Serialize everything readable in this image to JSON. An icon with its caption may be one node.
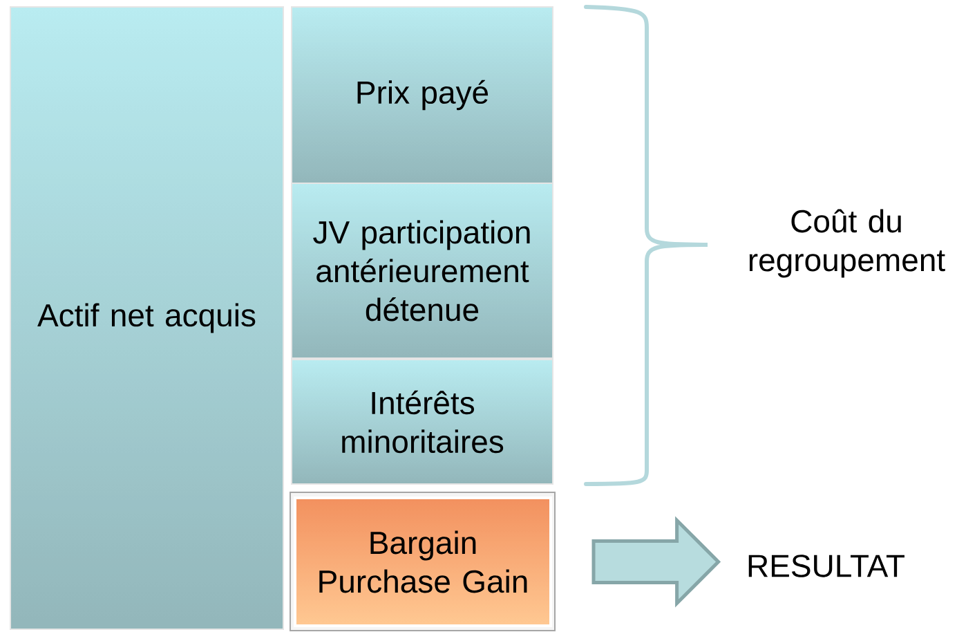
{
  "diagram": {
    "nodes": [
      {
        "text": [
          "Actif net acquis"
        ]
      },
      {
        "text": [
          "Prix payé"
        ]
      },
      {
        "text": [
          "JV participation antérieurement détenue"
        ]
      },
      {
        "text": [
          "Intérêts minoritaires"
        ]
      },
      {
        "text": [
          "Bargain Purchase Gain"
        ]
      },
      {
        "text": [
          "RESULTAT"
        ]
      }
    ],
    "edges": [
      {
        "from": 4,
        "to": 5,
        "arrow": "to"
      }
    ],
    "labels": [
      "Coût du regroupement"
    ]
  }
}
